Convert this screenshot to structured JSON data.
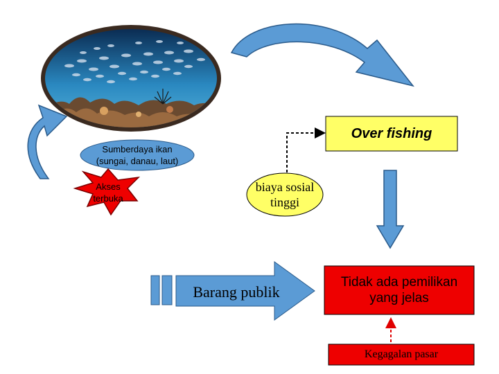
{
  "nodes": {
    "over_fishing": "Over fishing",
    "sumberdaya_line1": "Sumberdaya ikan",
    "sumberdaya_line2": "(sungai, danau, laut)",
    "akses_line1": "Akses",
    "akses_line2": "terbuka",
    "biaya_line1": "biaya sosial",
    "biaya_line2": "tinggi",
    "barang_publik": "Barang publik",
    "tidak_line1": "Tidak ada pemilikan",
    "tidak_line2": "yang jelas",
    "kegagalan_pasar": "Kegagalan pasar"
  },
  "colors": {
    "yellow_fill": "#ffff66",
    "blue_fill": "#5b9bd5",
    "blue_dark": "#2a5a8a",
    "red_fill": "#ee0000",
    "red_dashed": "#e00000",
    "ellipse_border": "#3a2a20",
    "water_top": "#0a2a50",
    "water_bottom": "#5ab6dc"
  },
  "images": {
    "fish_photo": "fish-school-coral-reef-photo"
  }
}
